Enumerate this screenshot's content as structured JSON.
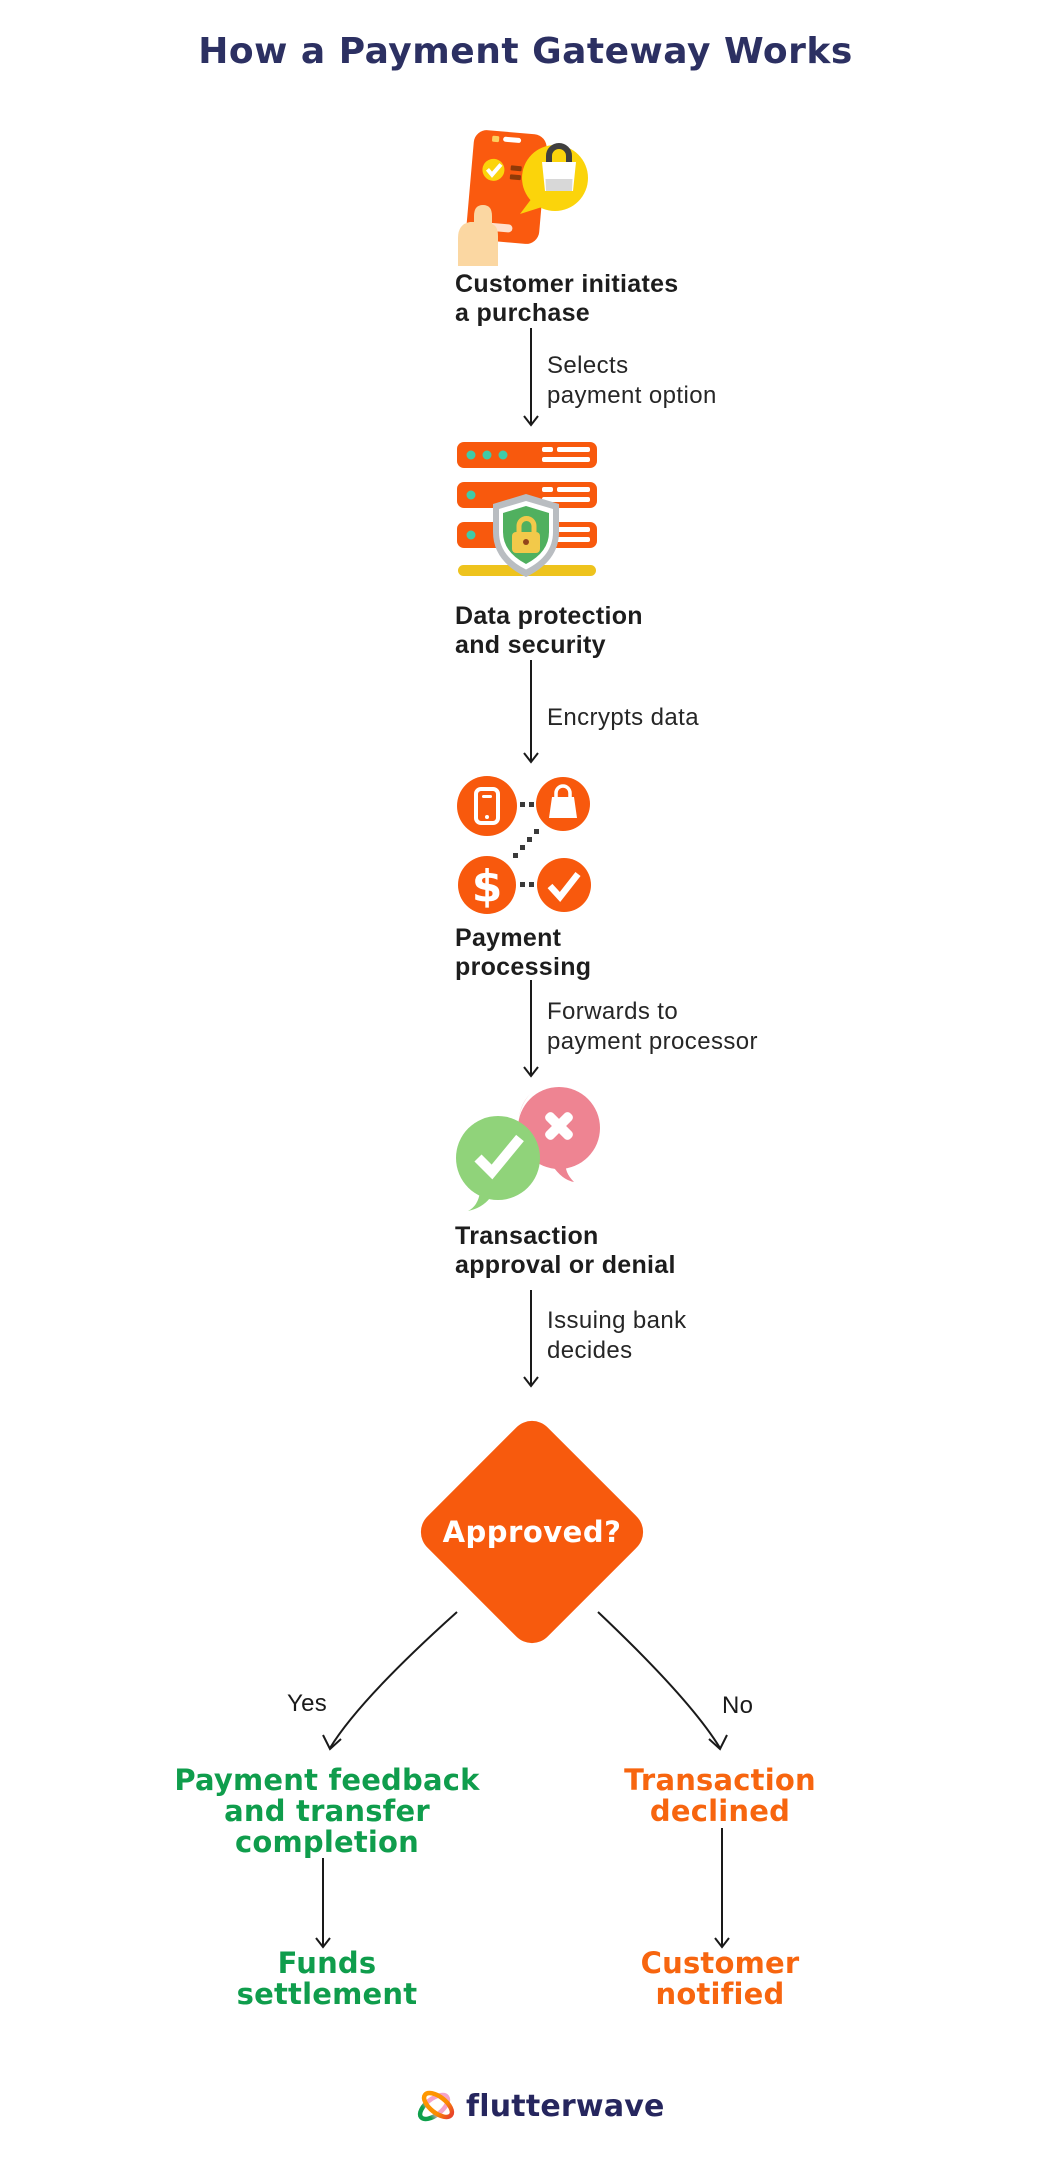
{
  "title": "How a Payment Gateway Works",
  "colors": {
    "brand_orange": "#F75A0D",
    "success_green": "#0F9D4C",
    "declined_orange": "#F7650F",
    "title_navy": "#2C3062"
  },
  "steps": [
    {
      "icon": "smartphone-purchase-icon",
      "label_lines": [
        "Customer initiates",
        "a purchase"
      ],
      "edge_lines": [
        "Selects",
        "payment option"
      ]
    },
    {
      "icon": "server-shield-icon",
      "label_lines": [
        "Data protection",
        "and security"
      ],
      "edge_lines": [
        "Encrypts data"
      ]
    },
    {
      "icon": "payment-network-icon",
      "label_lines": [
        "Payment",
        "processing"
      ],
      "edge_lines": [
        "Forwards to",
        "payment processor"
      ]
    },
    {
      "icon": "approval-denial-bubbles-icon",
      "label_lines": [
        "Transaction",
        "approval or denial"
      ],
      "edge_lines": [
        "Issuing bank",
        "decides"
      ]
    }
  ],
  "decision": {
    "question": "Approved?",
    "yes_label": "Yes",
    "no_label": "No"
  },
  "yes_branch": {
    "step_lines": [
      "Payment feedback",
      "and transfer",
      "completion"
    ],
    "result_lines": [
      "Funds",
      "settlement"
    ]
  },
  "no_branch": {
    "step_lines": [
      "Transaction",
      "declined"
    ],
    "result_lines": [
      "Customer",
      "notified"
    ]
  },
  "footer": {
    "brand": "flutterwave"
  },
  "glyphs": {
    "dollar": "$"
  }
}
